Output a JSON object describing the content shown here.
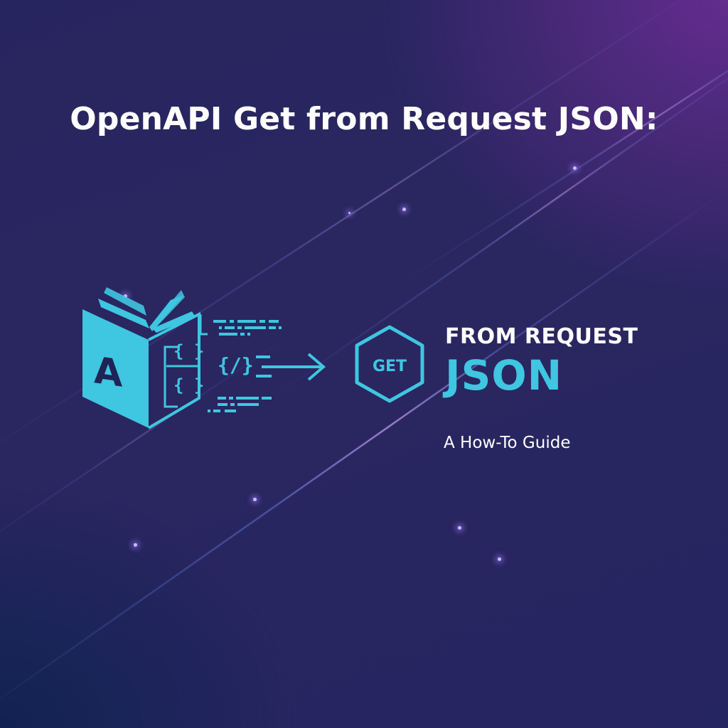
{
  "header": {
    "title": "OpenAPI Get from Request JSON:"
  },
  "illustration": {
    "book_letter": "A",
    "brace_top": "{ }",
    "brace_bottom": "{ }",
    "code_tag": "{/}",
    "icons": [
      "openapi-book-icon",
      "curly-braces-icon",
      "code-tag-icon",
      "arrow-right-icon"
    ]
  },
  "badge": {
    "label": "GET",
    "shape": "hexagon-outline"
  },
  "headline": {
    "line1": "FROM REQUEST",
    "line2": "JSON"
  },
  "subtitle": "A How-To Guide",
  "colors": {
    "accent_cyan": "#3fc6e0",
    "text_white": "#ffffff",
    "bg_navy": "#27255f",
    "bg_purple": "#5a2a86",
    "bg_deep_blue": "#12224f",
    "glow": "#cdb8ff"
  }
}
